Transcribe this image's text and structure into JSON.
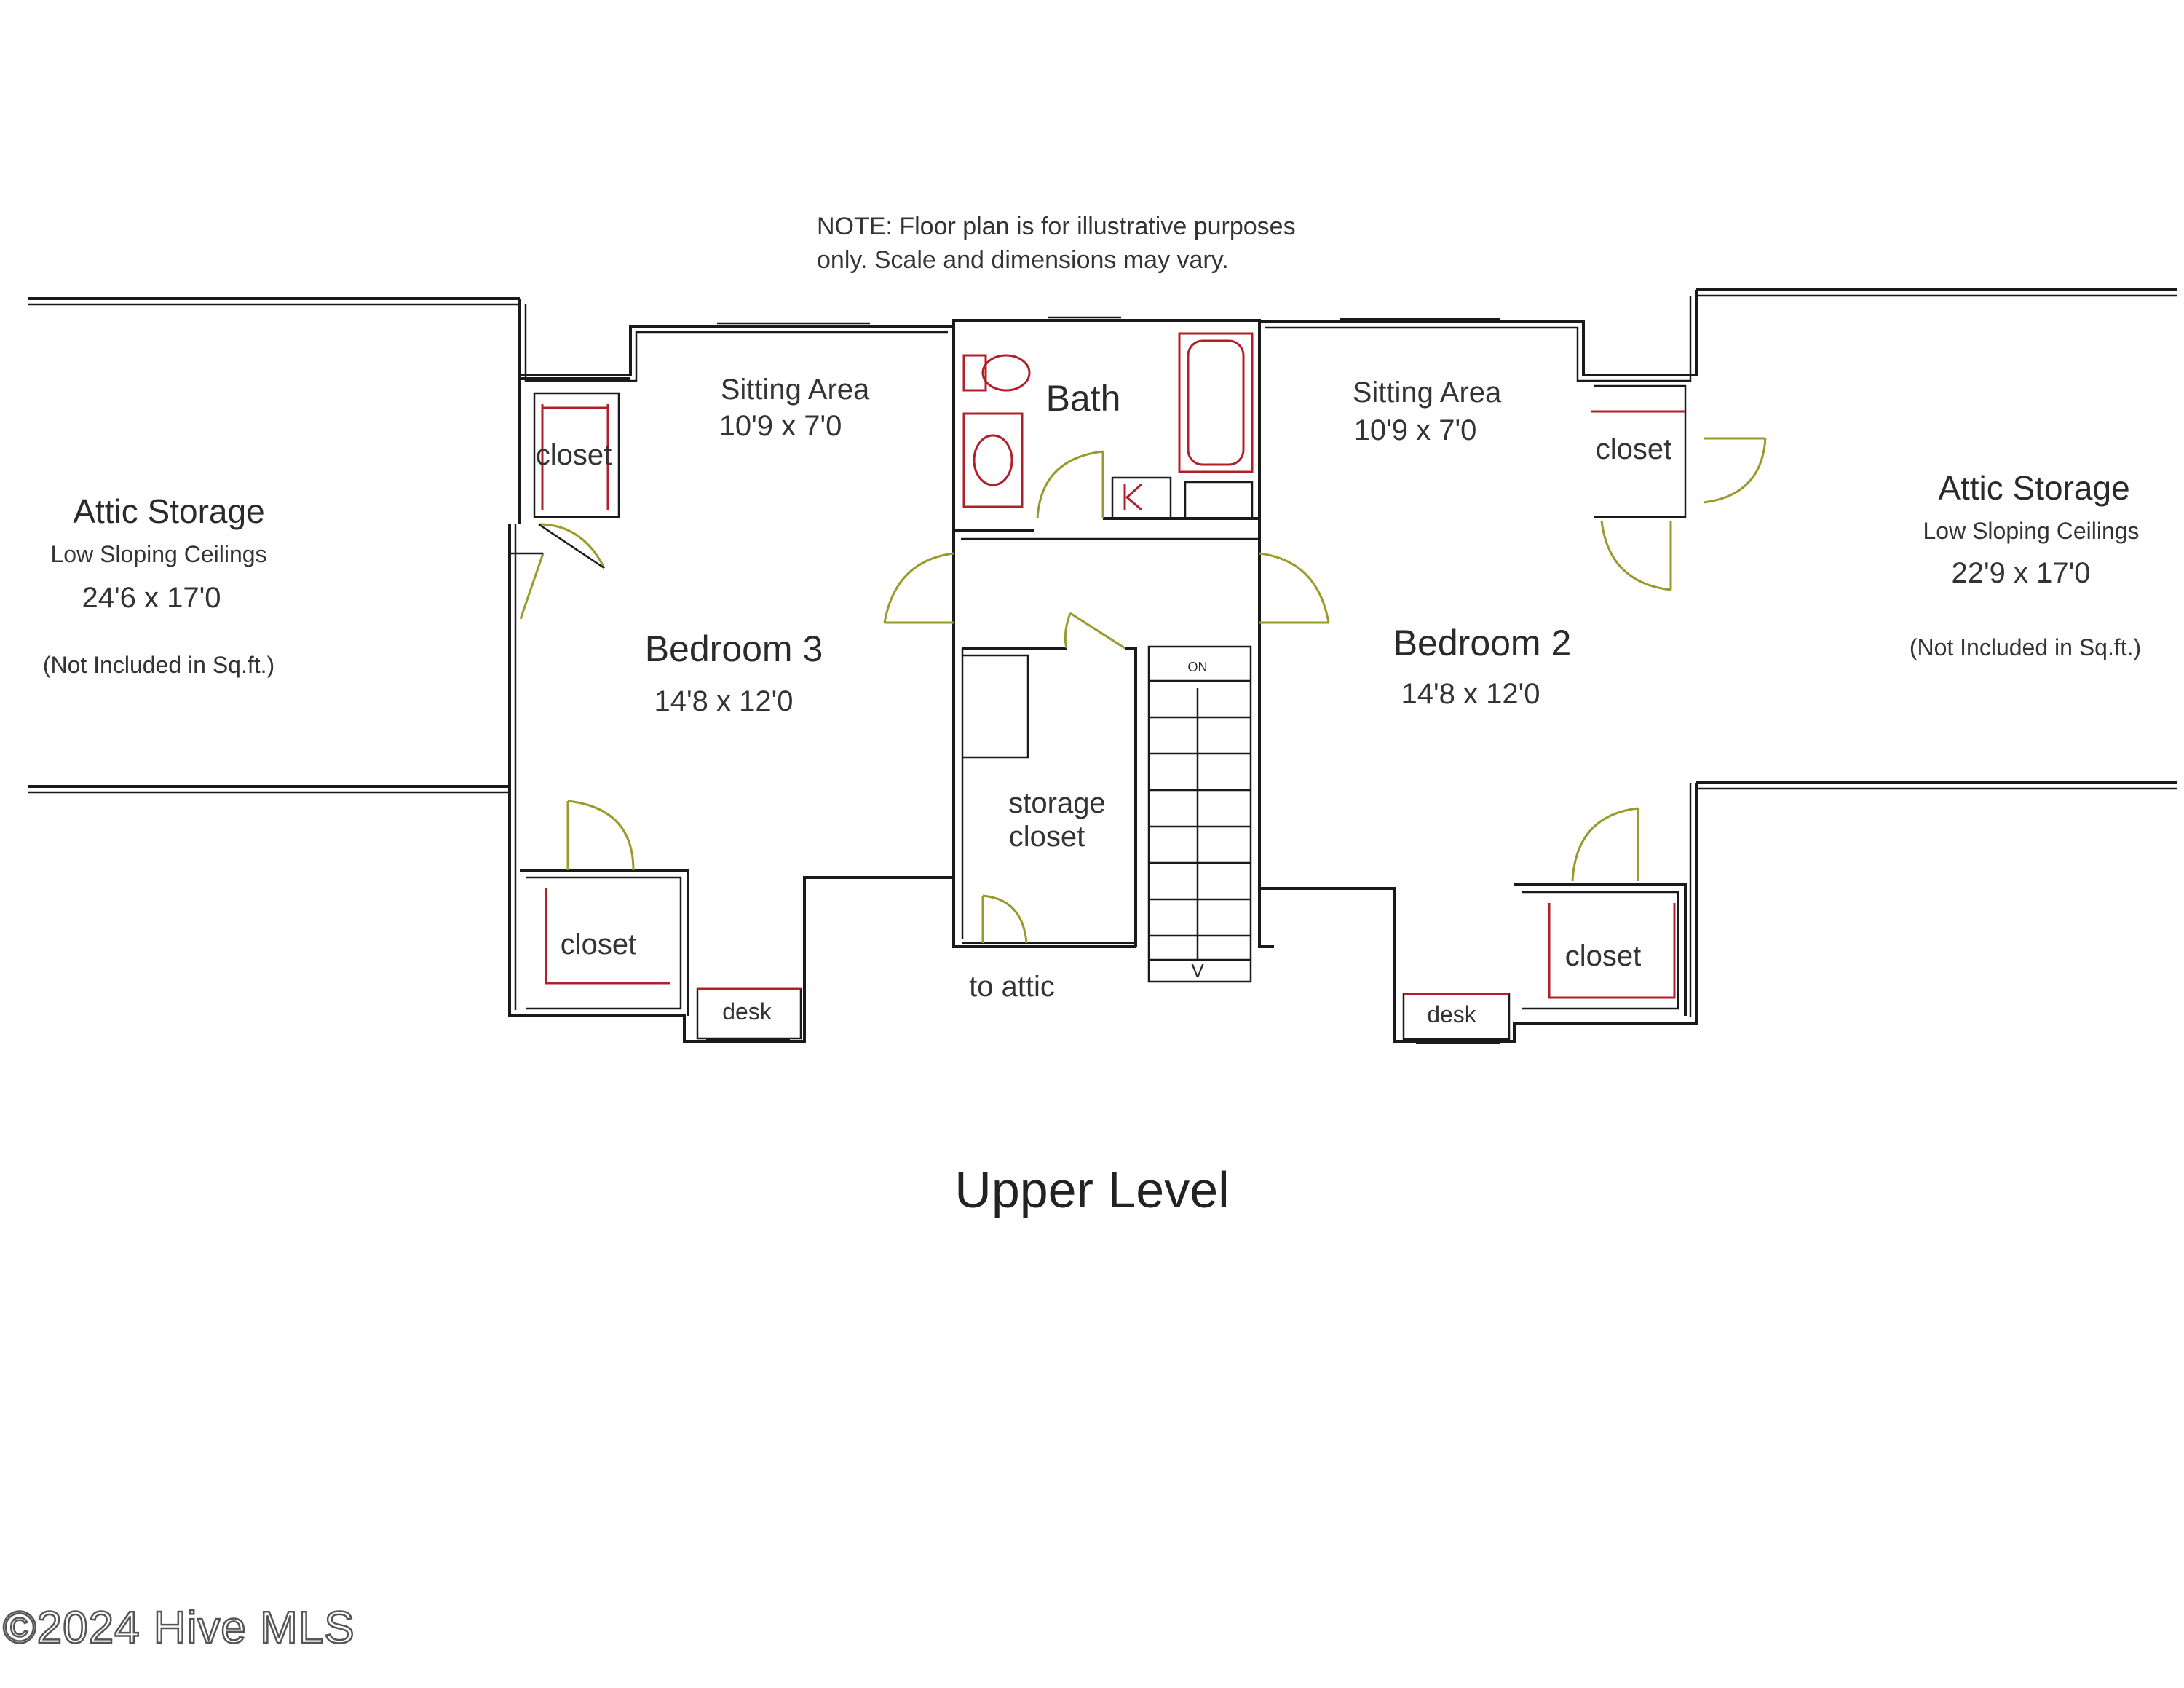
{
  "note": {
    "line1": "NOTE: Floor plan is for illustrative purposes",
    "line2": "only. Scale and dimensions may vary."
  },
  "attic_left": {
    "title": "Attic Storage",
    "subtitle": "Low Sloping Ceilings",
    "dimensions": "24'6 x 17'0",
    "footnote": "(Not Included in Sq.ft.)"
  },
  "attic_right": {
    "title": "Attic Storage",
    "subtitle": "Low Sloping Ceilings",
    "dimensions": "22'9 x 17'0",
    "footnote": "(Not Included in Sq.ft.)"
  },
  "sitting_left": {
    "title": "Sitting Area",
    "dimensions": "10'9 x 7'0"
  },
  "sitting_right": {
    "title": "Sitting Area",
    "dimensions": "10'9 x 7'0"
  },
  "bath": {
    "title": "Bath"
  },
  "bedroom3": {
    "title": "Bedroom 3",
    "dimensions": "14'8 x 12'0"
  },
  "bedroom2": {
    "title": "Bedroom 2",
    "dimensions": "14'8 x 12'0"
  },
  "closets": {
    "left_upper": "closet",
    "left_lower": "closet",
    "right_upper": "closet",
    "right_lower": "closet"
  },
  "storage_closet": {
    "line1": "storage",
    "line2": "closet"
  },
  "to_attic": "to attic",
  "desk_left": "desk",
  "desk_right": "desk",
  "stair_top": "ON",
  "stair_bottom": "V",
  "level_title": "Upper Level",
  "watermark": "©2024 Hive MLS"
}
